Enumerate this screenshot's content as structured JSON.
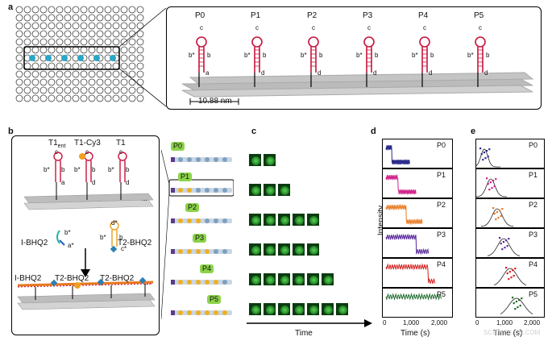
{
  "panels": {
    "a": "a",
    "b": "b",
    "c": "c",
    "d": "d",
    "e": "e"
  },
  "panel_a": {
    "probes": [
      "P0",
      "P1",
      "P2",
      "P3",
      "P4",
      "P5"
    ],
    "loop_label": "c",
    "left_stem": "b*",
    "right_stem": "b",
    "p0_base": "a",
    "other_base": "d",
    "scale": "10.88 nm"
  },
  "panel_b": {
    "strands": [
      "T1ent",
      "T1-Cy3",
      "T1"
    ],
    "t1ent_main": "T1",
    "t1ent_sub": "ent",
    "hairpin_top": [
      "c",
      "c",
      "c"
    ],
    "hairpin_left": [
      "b*",
      "b*",
      "b*"
    ],
    "hairpin_right": [
      "b",
      "b",
      "b"
    ],
    "hairpin_base": [
      "a",
      "d",
      "d"
    ],
    "ibhq2": "I-BHQ2",
    "ibhq2_b": "b*",
    "ibhq2_a": "a*",
    "t2bhq2": "T2-BHQ2",
    "t2_d": "d*",
    "t2_bstar": "b*",
    "t2_b": "b",
    "t2_c": "c*",
    "bottom_labels": [
      "I-BHQ2",
      "T2-BHQ2",
      "T2-BHQ2"
    ],
    "ellipsis": "...",
    "tags": [
      "P0",
      "P1",
      "P2",
      "P3",
      "P4",
      "P5"
    ]
  },
  "panel_c": {
    "axis": "Time",
    "rows": [
      2,
      3,
      5,
      5,
      6,
      7
    ]
  },
  "panel_d": {
    "ylabel": "Intensity",
    "xlabel": "Time (s)",
    "ticks": [
      "0",
      "1,000",
      "2,000"
    ],
    "rows": [
      "P0",
      "P1",
      "P2",
      "P3",
      "P4",
      "P5"
    ],
    "colors": [
      "#2b2b8c",
      "#d0208a",
      "#e8781e",
      "#5a2a9c",
      "#d42020",
      "#1f6b2c"
    ]
  },
  "panel_e": {
    "xlabel": "Time (s)",
    "ticks": [
      "0",
      "1,000",
      "2,000"
    ],
    "rows": [
      "P0",
      "P1",
      "P2",
      "P3",
      "P4",
      "P5"
    ]
  },
  "watermark": "SCIENCE.CN.COM"
}
